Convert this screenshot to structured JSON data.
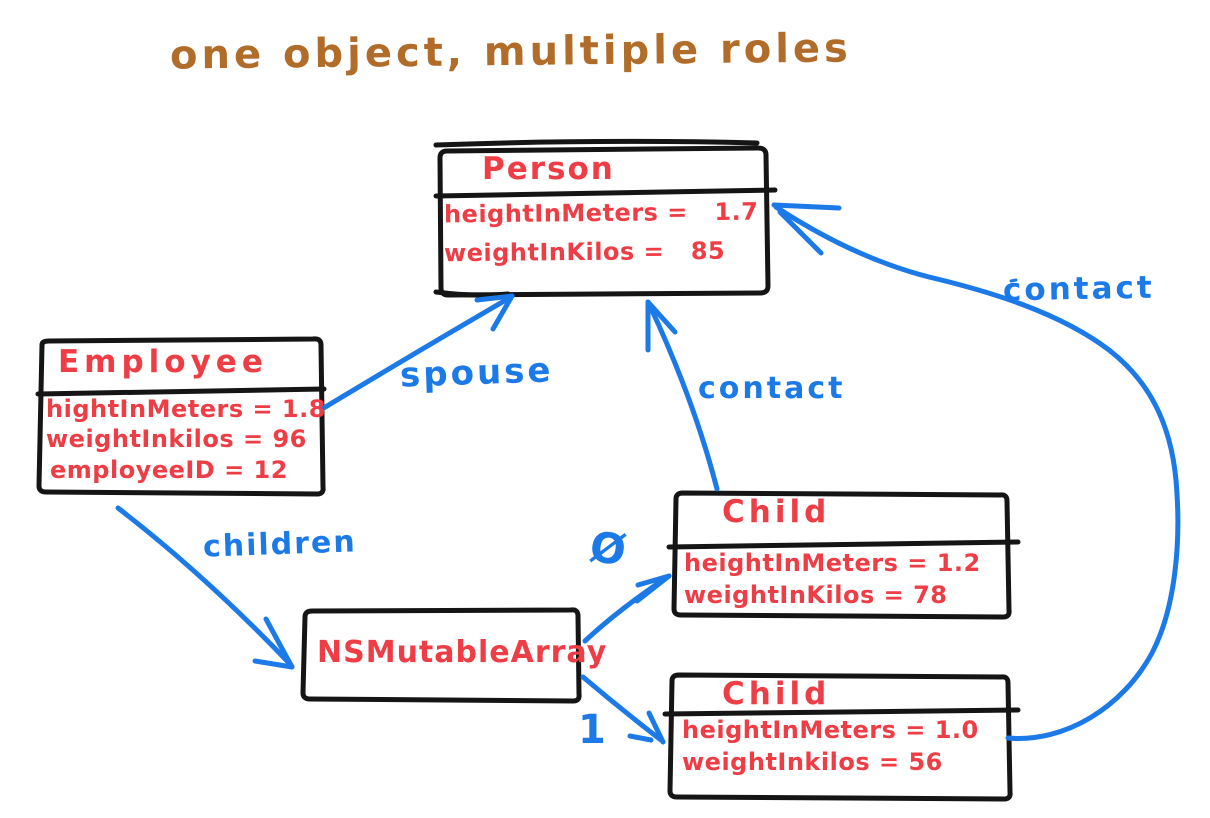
{
  "title": "one object, multiple roles",
  "palette": {
    "ink": "#151515",
    "red": "#ee3d45",
    "blue": "#1b79e8",
    "brown": "#b06c28"
  },
  "boxes": {
    "person": {
      "title": "Person",
      "attributes": [
        "heightInMeters =   1.7",
        "weightInKilos =   85"
      ]
    },
    "employee": {
      "title": "Employee",
      "attributes": [
        "hightInMeters = 1.8",
        "weightInkilos = 96",
        "employeeID = 12"
      ]
    },
    "child1": {
      "title": "Child",
      "attributes": [
        "heightInMeters = 1.2",
        "weightInKilos = 78"
      ]
    },
    "child2": {
      "title": "Child",
      "attributes": [
        "heightInMeters = 1.0",
        "weightInkilos = 56"
      ]
    },
    "array": {
      "title": "NSMutableArray",
      "attributes": []
    }
  },
  "edge_labels": {
    "spouse": "spouse",
    "contact_mid": "contact",
    "contact_long": "contact",
    "children": "children",
    "index0": "Ø",
    "index1": "1"
  }
}
